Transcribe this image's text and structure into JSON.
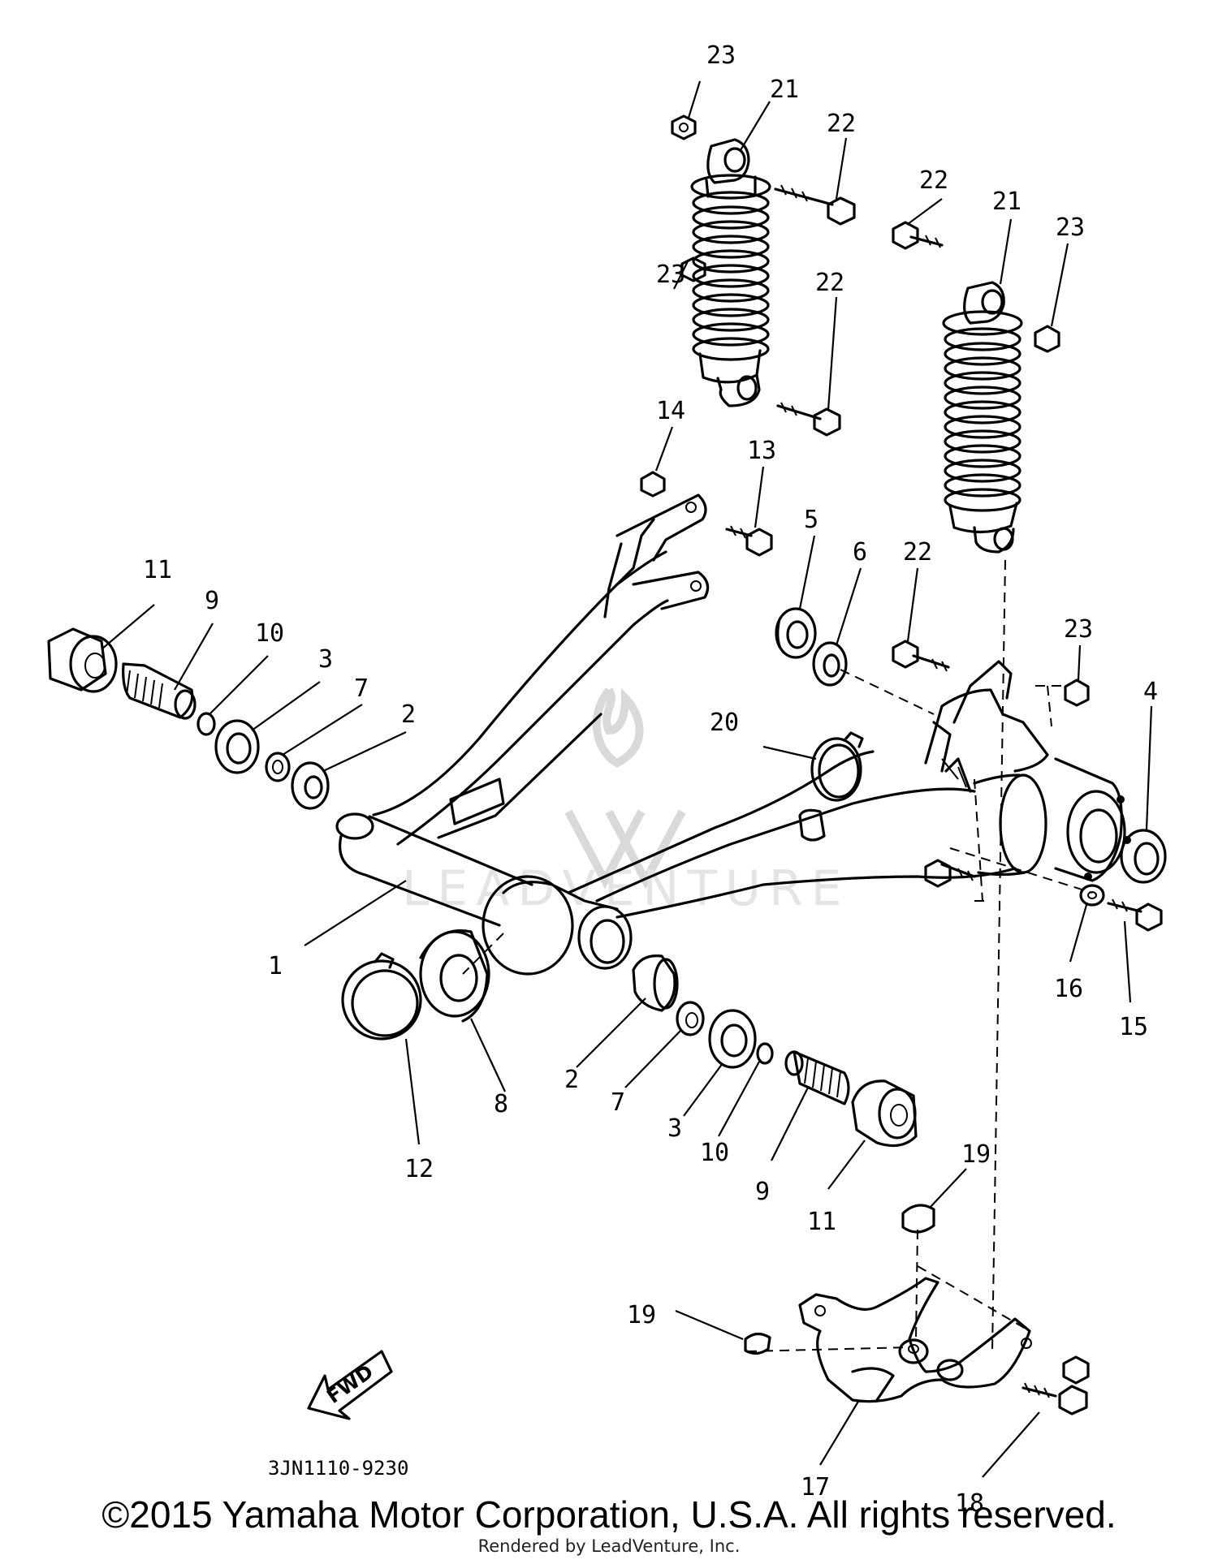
{
  "diagram": {
    "code": "3JN1110-9230",
    "fwd_label": "FWD",
    "watermark_text": "LEADVENTURE",
    "callouts": {
      "c23a": "23",
      "c21a": "21",
      "c22a": "22",
      "c22b": "22",
      "c21b": "21",
      "c23b": "23",
      "c23c": "23",
      "c22c": "22",
      "c14": "14",
      "c13": "13",
      "c5": "5",
      "c6": "6",
      "c22d": "22",
      "c23d": "23",
      "c4": "4",
      "c11a": "11",
      "c9a": "9",
      "c10a": "10",
      "c3a": "3",
      "c7a": "7",
      "c2a": "2",
      "c20": "20",
      "c1": "1",
      "c16": "16",
      "c15": "15",
      "c12": "12",
      "c8": "8",
      "c2b": "2",
      "c7b": "7",
      "c3b": "3",
      "c10b": "10",
      "c9b": "9",
      "c11b": "11",
      "c19a": "19",
      "c19b": "19",
      "c17": "17",
      "c18": "18"
    }
  },
  "footer": {
    "copyright": "©2015 Yamaha Motor Corporation, U.S.A. All rights reserved.",
    "rendered_by": "Rendered by LeadVenture, Inc."
  }
}
